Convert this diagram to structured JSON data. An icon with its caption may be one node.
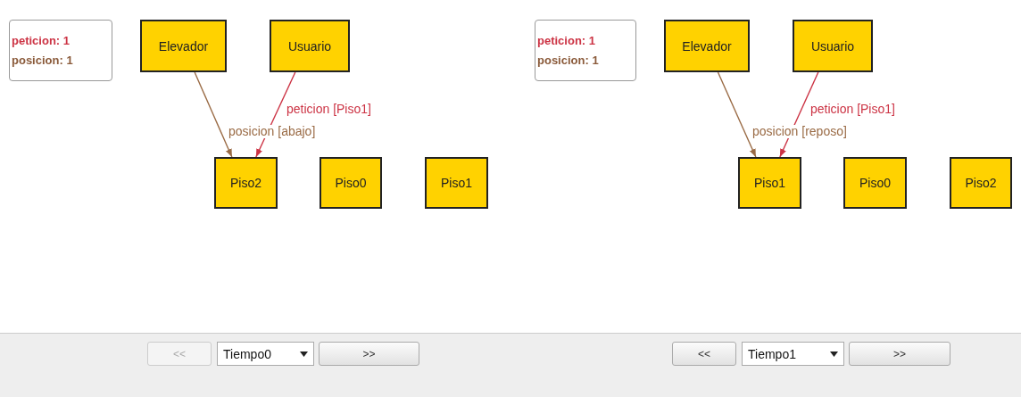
{
  "diagram": {
    "nodes": [
      {
        "text": [
          "peticion: 1",
          "posicion: 1"
        ]
      },
      {
        "text": [
          "Elevador"
        ]
      },
      {
        "text": [
          "Usuario"
        ]
      },
      {
        "text": [
          "Piso2"
        ]
      },
      {
        "text": [
          "Piso0"
        ]
      },
      {
        "text": [
          "Piso1"
        ]
      },
      {
        "text": [
          "peticion: 1",
          "posicion: 1"
        ]
      },
      {
        "text": [
          "Elevador"
        ]
      },
      {
        "text": [
          "Usuario"
        ]
      },
      {
        "text": [
          "Piso1"
        ]
      },
      {
        "text": [
          "Piso0"
        ]
      },
      {
        "text": [
          "Piso2"
        ]
      }
    ],
    "edges": [
      {
        "from": 1,
        "to": 3,
        "arrow": "to",
        "label": "posicion [abajo]",
        "color": "#9a6b45"
      },
      {
        "from": 2,
        "to": 3,
        "arrow": "to",
        "label": "peticion [Piso1]",
        "color": "#cc3344"
      },
      {
        "from": 7,
        "to": 9,
        "arrow": "to",
        "label": "posicion [reposo]",
        "color": "#9a6b45"
      },
      {
        "from": 8,
        "to": 9,
        "arrow": "to",
        "label": "peticion [Piso1]",
        "color": "#cc3344"
      }
    ],
    "labels": [
      "<<",
      "Tiempo0",
      ">>",
      "<<",
      "Tiempo1",
      ">>"
    ]
  }
}
